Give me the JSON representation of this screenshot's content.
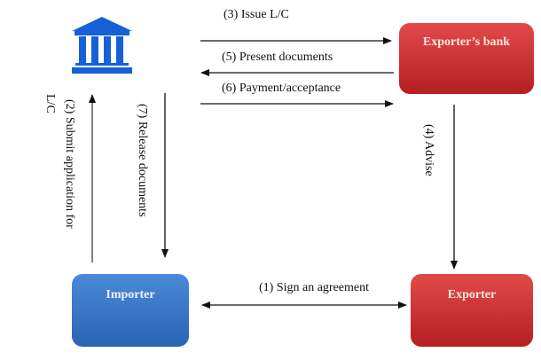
{
  "nodes": {
    "bank": {
      "icon": "bank-icon",
      "color": "#1660d8"
    },
    "exporters_bank": {
      "label": "Exporter’s bank",
      "color": "#c7282a"
    },
    "importer": {
      "label": "Importer",
      "color": "#2f6fc2"
    },
    "exporter": {
      "label": "Exporter",
      "color": "#c7282a"
    }
  },
  "steps": {
    "s1": "(1) Sign an agreement",
    "s2_line1": "(2) Submit application for",
    "s2_line2": "L/C",
    "s3": "(3) Issue L/C",
    "s4": "(4) Advise",
    "s5": "(5) Present documents",
    "s6": "(6) Payment/acceptance",
    "s7": "(7) Release documents"
  }
}
